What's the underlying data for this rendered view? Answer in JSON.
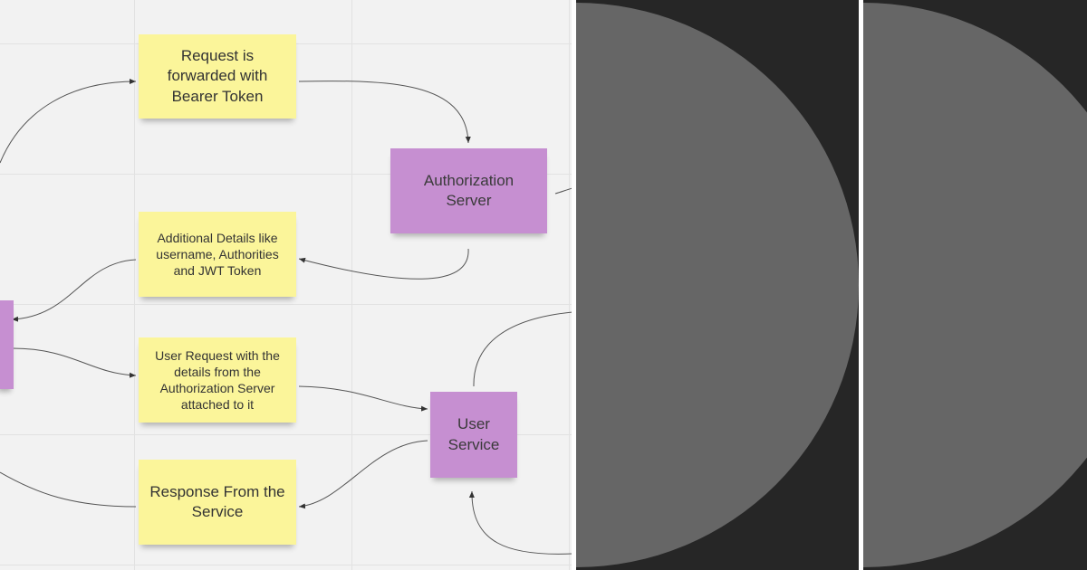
{
  "notes": {
    "forwarded": "Request is forwarded with Bearer Token",
    "auth_server": "Authorization Server",
    "additional": "Additional Details like username, Authorities and JWT Token",
    "user_request": "User Request with the details from the Authorization Server attached to it",
    "user_service": "User Service",
    "response": "Response From the Service"
  },
  "colors": {
    "sticky_yellow": "#fbf59a",
    "sticky_purple": "#c68fd1",
    "board_bg": "#f2f2f2",
    "panel_dark": "#262626",
    "circle_gray": "#666666"
  }
}
